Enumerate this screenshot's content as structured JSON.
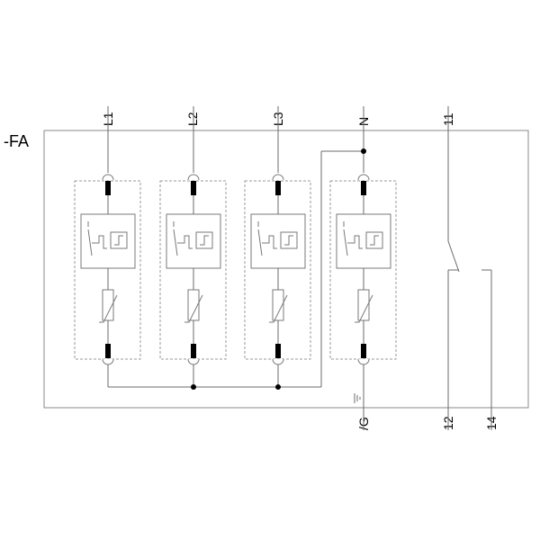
{
  "device_label": "-FA",
  "terminals": {
    "l1": "L1",
    "l2": "L2",
    "l3": "L3",
    "n": "N",
    "t11": "11",
    "pe": "/G",
    "t12": "12",
    "t14": "14"
  },
  "icons": {
    "fuse": "fuse-icon",
    "thermal_disconnector": "thermal-disconnector-icon",
    "varistor": "varistor-icon",
    "earth": "earth-ground-icon"
  }
}
